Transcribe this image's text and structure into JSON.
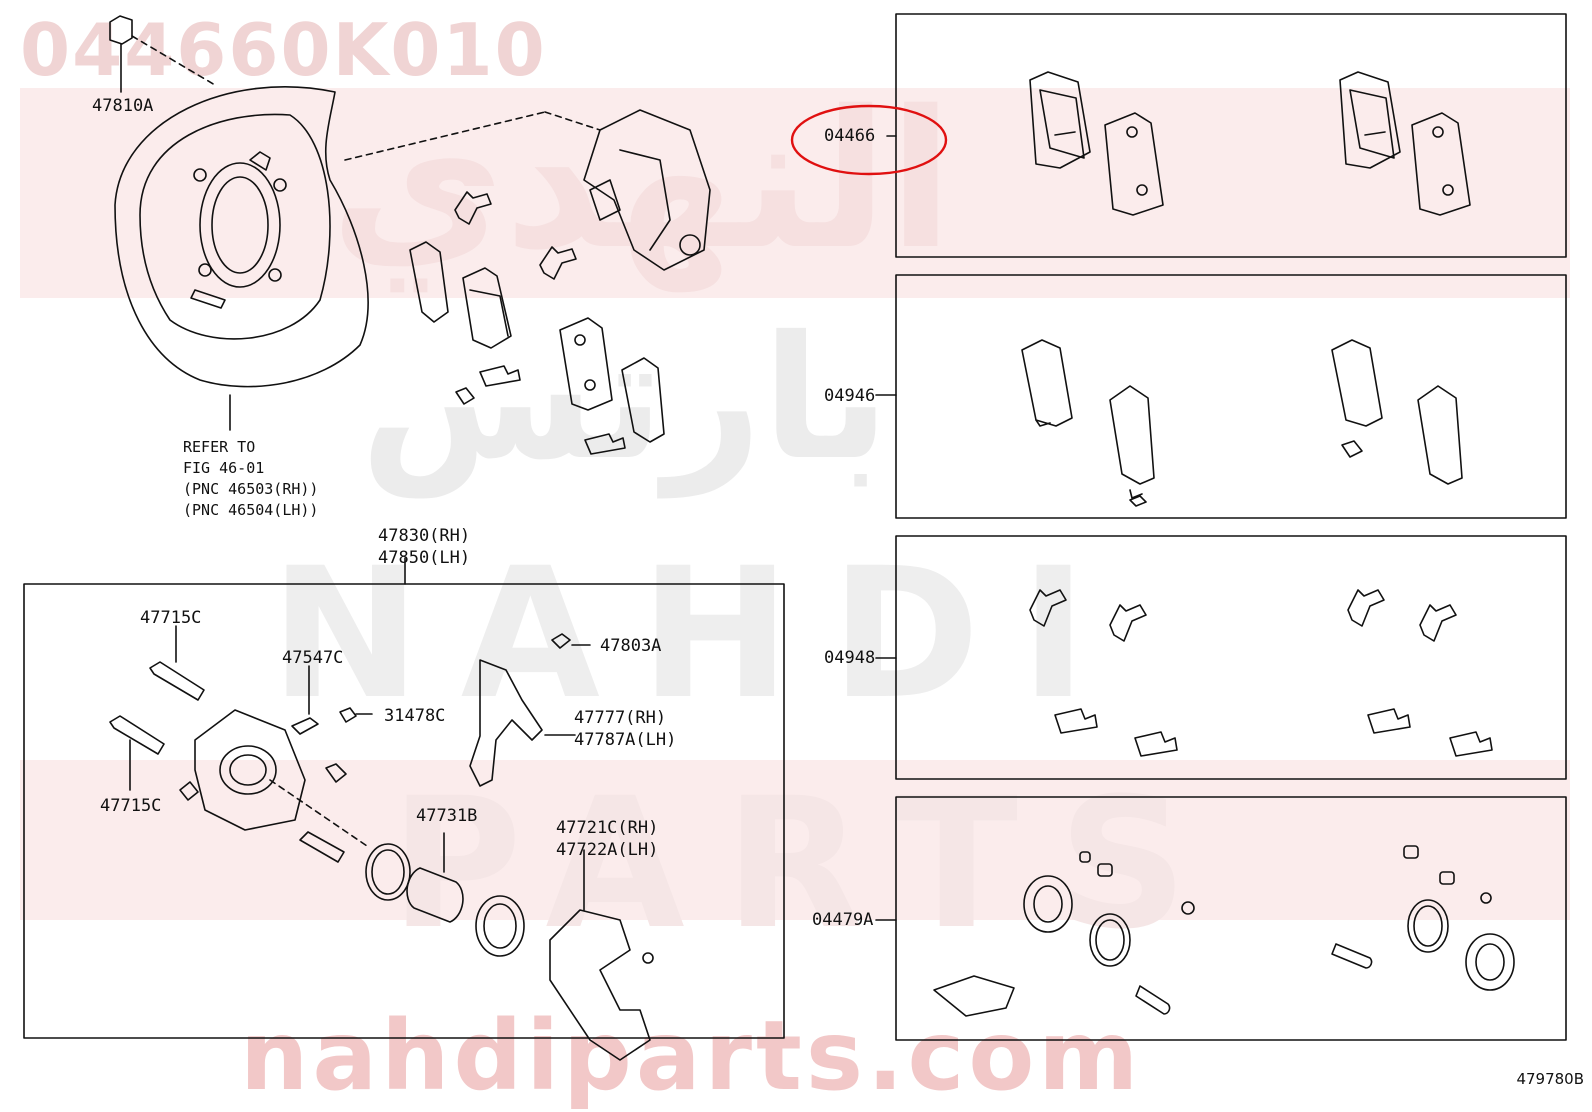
{
  "watermark": {
    "part_number": "044660K010",
    "arabic_line1": "النهدي",
    "arabic_line2": "بارتس",
    "brand_line1": "NAHDI",
    "brand_line2": "PARTS",
    "website": "nahdiparts.com"
  },
  "colors": {
    "watermark_red": "#e06060",
    "highlight_circle": "#e01010",
    "line": "#111111"
  },
  "diagram_code": "479780B",
  "callouts": {
    "c47810A": "47810A",
    "c47830": "47830(RH)",
    "c47850": "47850(LH)",
    "c47715C_top": "47715C",
    "c47715C_bottom": "47715C",
    "c47547C": "47547C",
    "c31478C": "31478C",
    "c47803A": "47803A",
    "c47777": "47777(RH)",
    "c47787A": "47787A(LH)",
    "c47731B": "47731B",
    "c47721C": "47721C(RH)",
    "c47722A": "47722A(LH)",
    "c04466": "04466",
    "c04946": "04946",
    "c04948": "04948",
    "c04479A": "04479A"
  },
  "refer": {
    "line1": "REFER TO",
    "line2": "FIG 46-01",
    "line3": "(PNC 46503(RH))",
    "line4": "(PNC 46504(LH))"
  },
  "highlighted_part": "04466"
}
